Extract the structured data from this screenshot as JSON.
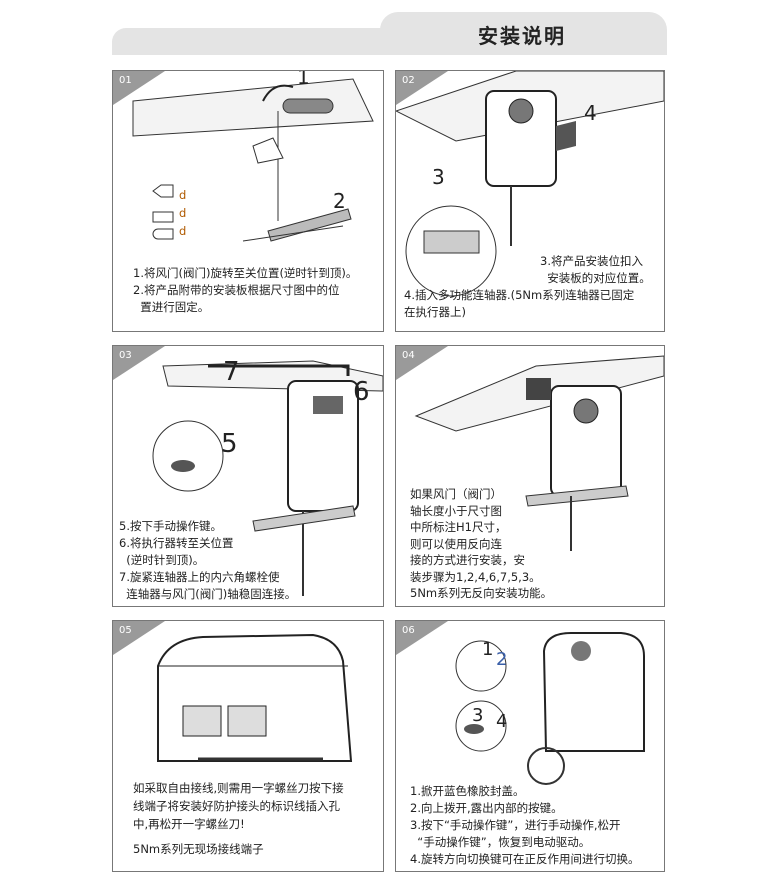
{
  "header": {
    "title": "安装说明"
  },
  "panels": [
    {
      "num": "01",
      "callouts": [
        "1",
        "2"
      ],
      "dim": "d",
      "lines": [
        "1.将风门(阀门)旋转至关位置(逆时针到顶)。",
        "2.将产品附带的安装板根据尺寸图中的位",
        "  置进行固定。"
      ]
    },
    {
      "num": "02",
      "callouts": [
        "3",
        "4"
      ],
      "lines": [
        "3.将产品安装位扣入",
        "  安装板的对应位置。",
        "4.插入多功能连轴器.(5Nm系列连轴器已固定",
        "在执行器上)"
      ]
    },
    {
      "num": "03",
      "callouts": [
        "5",
        "6",
        "7"
      ],
      "lines": [
        "5.按下手动操作键。",
        "6.将执行器转至关位置",
        "  (逆时针到顶)。",
        "7.旋紧连轴器上的内六角螺栓使",
        "  连轴器与风门(阀门)轴稳固连接。"
      ]
    },
    {
      "num": "04",
      "lines": [
        "如果风门（阀门）",
        "轴长度小于尺寸图",
        "中所标注H1尺寸，",
        "则可以使用反向连",
        "接的方式进行安装，安",
        "装步骤为1,2,4,6,7,5,3。",
        "5Nm系列无反向安装功能。"
      ]
    },
    {
      "num": "05",
      "lines": [
        "如采取自由接线,则需用一字螺丝刀按下接",
        "线端子将安装好防护接头的标识线插入孔",
        "中,再松开一字螺丝刀!"
      ],
      "note": "5Nm系列无现场接线端子"
    },
    {
      "num": "06",
      "callouts": [
        "1",
        "2",
        "3",
        "4"
      ],
      "lines": [
        "1.掀开蓝色橡胶封盖。",
        "2.向上拨开,露出内部的按键。",
        "3.按下“手动操作键”，进行手动操作,松开",
        "  “手动操作键”，恢复到电动驱动。",
        "4.旋转方向切换键可在正反作用间进行切换。"
      ]
    }
  ]
}
